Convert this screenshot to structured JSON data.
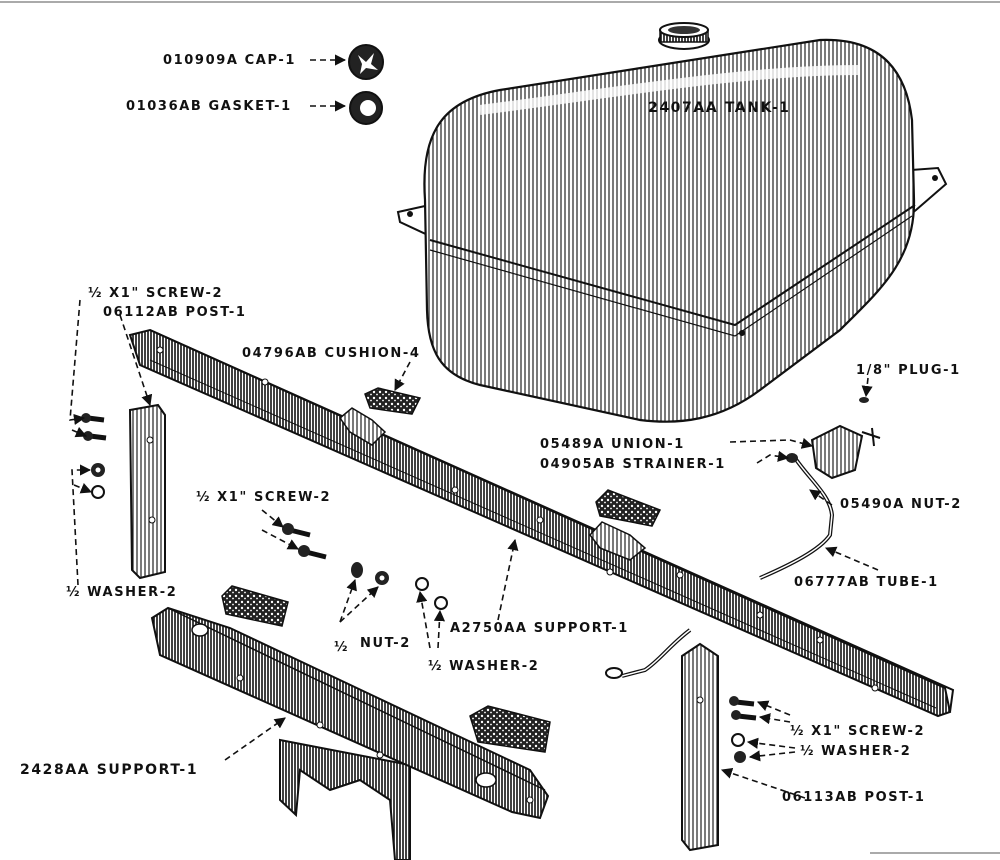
{
  "labels": {
    "cap": "010909A CAP-1",
    "gasket": "01036AB GASKET-1",
    "tank": "2407AA TANK-1",
    "screw_post_left_1": "½ X1\" SCREW-2",
    "post_left": "06112AB POST-1",
    "cushion": "04796AB CUSHION-4",
    "plug": "1/8\" PLUG-1",
    "union": "05489A UNION-1",
    "strainer": "04905AB STRAINER-1",
    "nut_strainer": "05490A NUT-2",
    "screw_center": "½ X1\" SCREW-2",
    "tube": "06777AB TUBE-1",
    "washer_left": "½ WASHER-2",
    "support_front": "A2750AA SUPPORT-1",
    "nut_center": "NUT-2",
    "nut_center_size": "½",
    "washer_center": "½ WASHER-2",
    "screw_right": "½ X1\" SCREW-2",
    "washer_right": "½ WASHER-2",
    "support_rear": "2428AA SUPPORT-1",
    "post_right": "06113AB POST-1"
  }
}
